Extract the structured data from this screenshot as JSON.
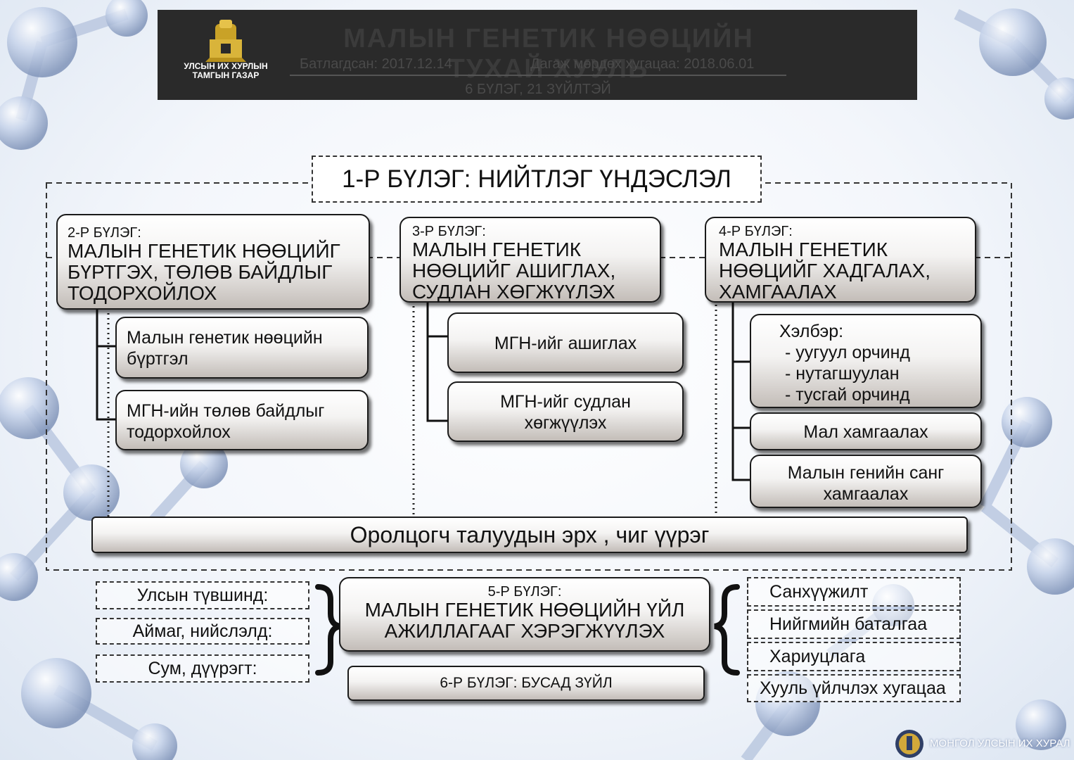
{
  "header": {
    "title": "МАЛЫН ГЕНЕТИК НӨӨЦИЙН ТУХАЙ ХУУЛЬ",
    "approved": "Батлагдсан: 2017.12.14",
    "effective": "Дагаж мөрдөх хугацаа: 2018.06.01",
    "structure": "6 БҮЛЭГ, 21 ЗҮЙЛТЭЙ",
    "emblem_line1": "УЛСЫН ИХ ХУРЛЫН",
    "emblem_line2": "ТАМГЫН ГАЗАР"
  },
  "chapter1": {
    "label": "1-Р БҮЛЭГ: НИЙТЛЭГ ҮНДЭСЛЭЛ"
  },
  "chapter2": {
    "number": "2-Р БҮЛЭГ:",
    "title": [
      "МАЛЫН ГЕНЕТИК НӨӨЦИЙГ",
      "БҮРТГЭХ, ТӨЛӨВ БАЙДЛЫГ",
      "ТОДОРХОЙЛОХ"
    ],
    "items": [
      [
        "Малын генетик нөөцийн",
        "бүртгэл"
      ],
      [
        "МГН-ийн төлөв байдлыг",
        "тодорхойлох"
      ]
    ]
  },
  "chapter3": {
    "number": "3-Р БҮЛЭГ:",
    "title": [
      "МАЛЫН ГЕНЕТИК",
      "НӨӨЦИЙГ АШИГЛАХ,",
      "СУДЛАН ХӨГЖҮҮЛЭХ"
    ],
    "items": [
      [
        "МГН-ийг ашиглах"
      ],
      [
        "МГН-ийг судлан",
        "хөгжүүлэх"
      ]
    ]
  },
  "chapter4": {
    "number": "4-Р БҮЛЭГ:",
    "title": [
      "МАЛЫН ГЕНЕТИК",
      "НӨӨЦИЙГ ХАДГАЛАХ,",
      "ХАМГААЛАХ"
    ],
    "forms": [
      "Хэлбэр:",
      "- уугуул орчинд",
      "- нутагшуулан",
      "- тусгай орчинд"
    ],
    "items": [
      [
        "Мал хамгаалах"
      ],
      [
        "Малын генийн санг",
        "хамгаалах"
      ]
    ]
  },
  "rights": {
    "label": "Оролцогч талуудын эрх , чиг үүрэг"
  },
  "levels": [
    "Улсын түвшинд:",
    "Аймаг, нийслэлд:",
    "Сум, дүүрэгт:"
  ],
  "chapter5": {
    "number": "5-Р БҮЛЭГ:",
    "title": [
      "МАЛЫН ГЕНЕТИК НӨӨЦИЙН ҮЙЛ",
      "АЖИЛЛАГААГ ХЭРЭГЖҮҮЛЭХ"
    ]
  },
  "chapter6": {
    "label": "6-Р БҮЛЭГ: БУСАД ЗҮЙЛ"
  },
  "other_items": [
    "Санхүүжилт",
    "Нийгмийн баталгаа",
    "Хариуцлага",
    "Хууль үйлчлэх хугацаа"
  ],
  "footer": {
    "label": "МОНГОЛ УЛСЫН ИХ ХУРАЛ"
  },
  "colors": {
    "header_bg": "#2a2a2a",
    "box_gradient_end": "#c3bdb8",
    "sphere": "#9fb4d4"
  }
}
